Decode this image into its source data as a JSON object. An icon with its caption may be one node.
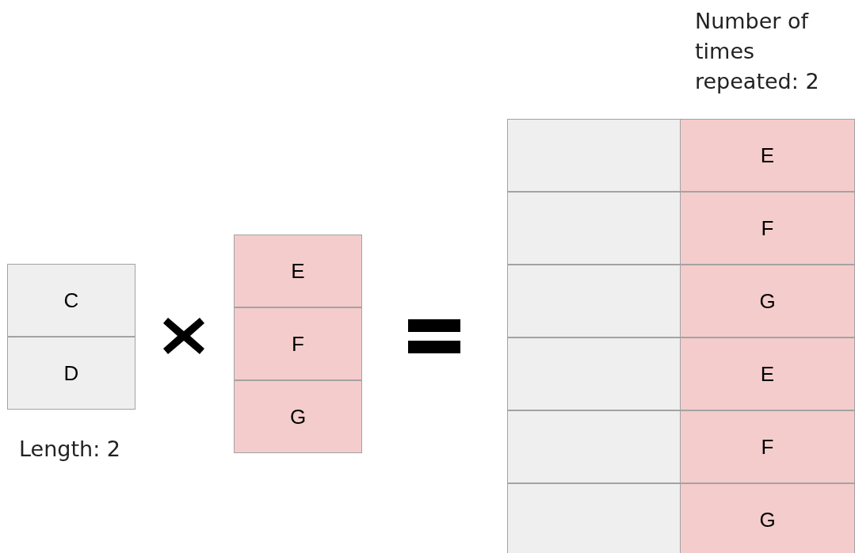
{
  "diagram": {
    "labels": [
      "C",
      "D",
      "Length: 2",
      "E",
      "F",
      "G",
      "Number of times repeated: 2",
      "E",
      "F",
      "G",
      "E",
      "F",
      "G"
    ]
  }
}
